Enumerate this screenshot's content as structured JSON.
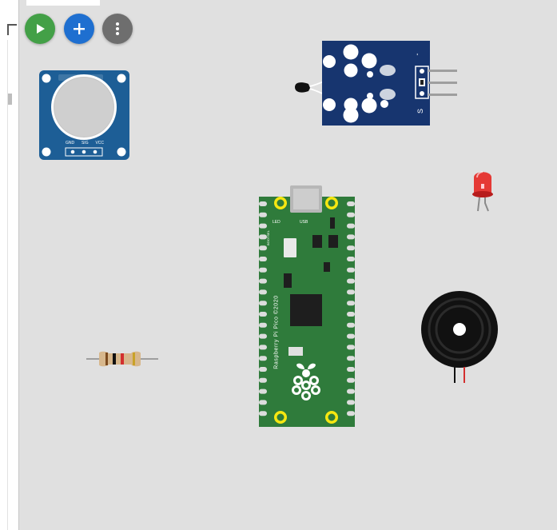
{
  "toolbar": {
    "play_icon": "play-icon",
    "add_icon": "plus-icon",
    "menu_icon": "more-vert-icon",
    "play_color": "#43a047",
    "add_color": "#1e6fd0",
    "menu_color": "#6e6e6e"
  },
  "pot_module": {
    "pin_labels": [
      "GND",
      "SIG",
      "VCC"
    ],
    "color": "#1d5e96"
  },
  "temp_module": {
    "pin_labels": [
      "-",
      "",
      "S"
    ],
    "color": "#17356f"
  },
  "pico": {
    "label_led": "LED",
    "label_usb": "USB",
    "label_bootsel": "BOOTSEL",
    "brand": "Raspberry Pi Pico ©2020",
    "color": "#2f7b3b"
  },
  "led": {
    "color": "#e53935"
  },
  "buzzer": {
    "color": "#111111"
  },
  "resistor": {
    "color": "#d7b78c"
  }
}
